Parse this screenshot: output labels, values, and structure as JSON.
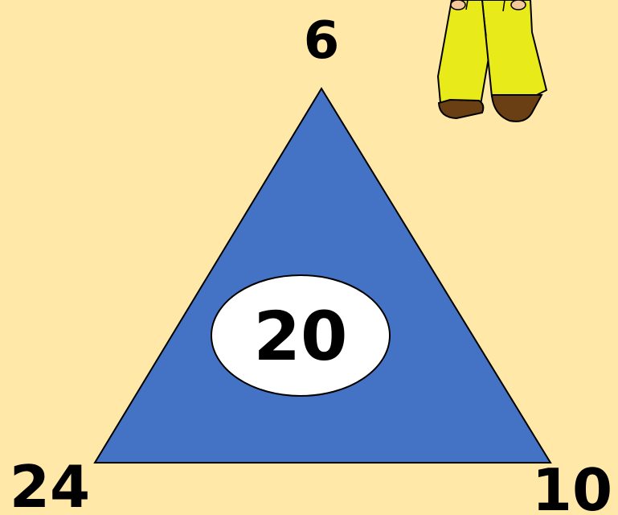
{
  "puzzle": {
    "top_number": "6",
    "left_number": "24",
    "right_number": "10",
    "center_number": "20"
  },
  "colors": {
    "background": "#FFE8A8",
    "triangle_fill": "#4472C4",
    "triangle_stroke": "#000000",
    "oval_fill": "#FFFFFF",
    "character_pants": "#E8EA1A",
    "character_shoes": "#6B3F14"
  },
  "decoration": {
    "character": "cartoon-character-icon"
  }
}
